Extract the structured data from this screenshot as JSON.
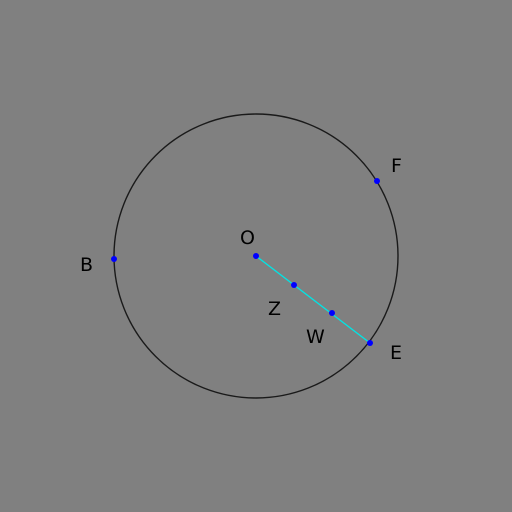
{
  "colors": {
    "background": "#808080",
    "circle_stroke": "#1a1a1a",
    "segment": "#00e5e5",
    "point_fill": "#0000ff",
    "label": "#000000"
  },
  "circle": {
    "center": "O",
    "through": [
      "B",
      "F",
      "E"
    ]
  },
  "segment": {
    "from": "O",
    "to": "E"
  },
  "points": {
    "O": {
      "label": "O"
    },
    "B": {
      "label": "B"
    },
    "F": {
      "label": "F"
    },
    "E": {
      "label": "E"
    },
    "Z": {
      "label": "Z"
    },
    "W": {
      "label": "W"
    }
  }
}
